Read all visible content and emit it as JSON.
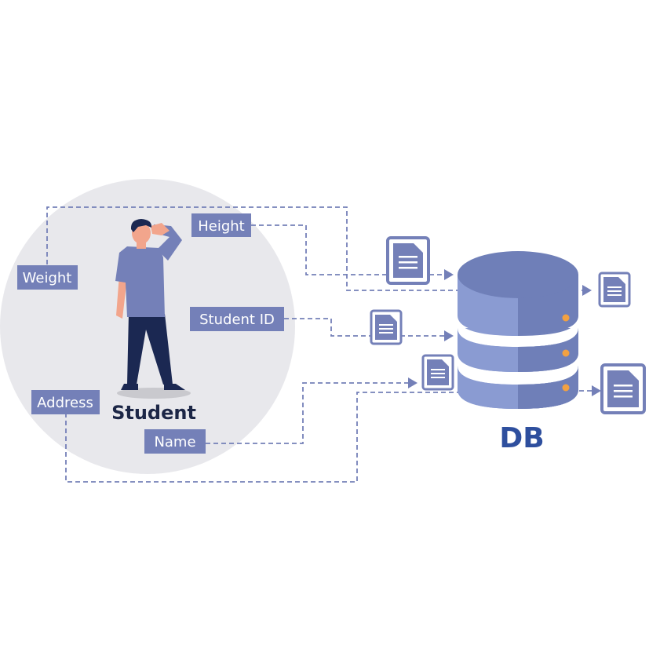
{
  "student_label": "Student",
  "db_label": "DB",
  "fields": {
    "height": "Height",
    "weight": "Weight",
    "student_id": "Student ID",
    "address": "Address",
    "name": "Name"
  },
  "colors": {
    "label_bg": "#7480b8",
    "circle_bg": "#e8e8ec",
    "db_top": "#6f7fb8",
    "db_side": "#8a9bd2",
    "db_side_dark": "#6f7fb8",
    "indicator": "#f2a142",
    "connector": "#7480b8",
    "document": "#7480b8",
    "student_text": "#1c2646",
    "db_text": "#2e4f9e"
  },
  "icons": {
    "document": "document-icon",
    "database": "database-icon",
    "student": "student-person-icon"
  }
}
